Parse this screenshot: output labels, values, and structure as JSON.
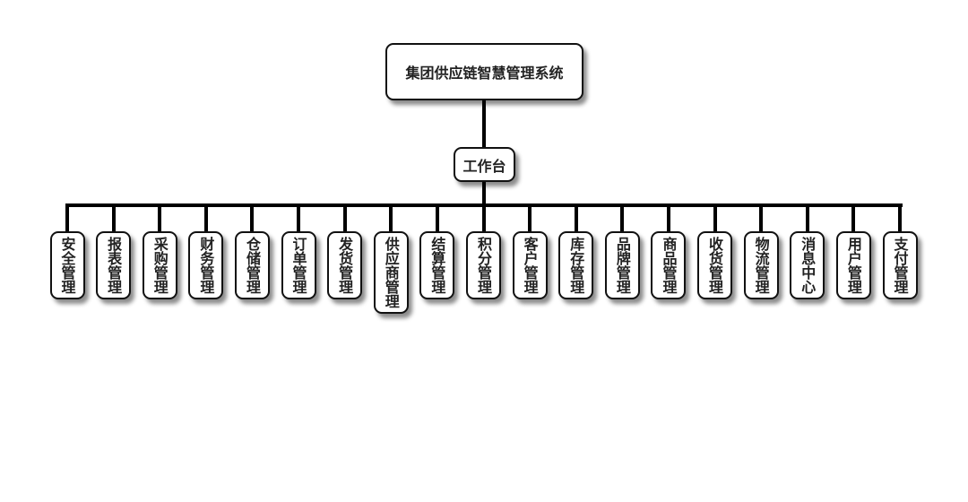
{
  "root": {
    "label": "集团供应链智慧管理系统"
  },
  "hub": {
    "label": "工作台"
  },
  "modules": [
    {
      "label": "安全管理"
    },
    {
      "label": "报表管理"
    },
    {
      "label": "采购管理"
    },
    {
      "label": "财务管理"
    },
    {
      "label": "仓储管理"
    },
    {
      "label": "订单管理"
    },
    {
      "label": "发货管理"
    },
    {
      "label": "供应商管理"
    },
    {
      "label": "结算管理"
    },
    {
      "label": "积分管理"
    },
    {
      "label": "客户管理"
    },
    {
      "label": "库存管理"
    },
    {
      "label": "品牌管理"
    },
    {
      "label": "商品管理"
    },
    {
      "label": "收货管理"
    },
    {
      "label": "物流管理"
    },
    {
      "label": "消息中心"
    },
    {
      "label": "用户管理"
    },
    {
      "label": "支付管理"
    }
  ]
}
